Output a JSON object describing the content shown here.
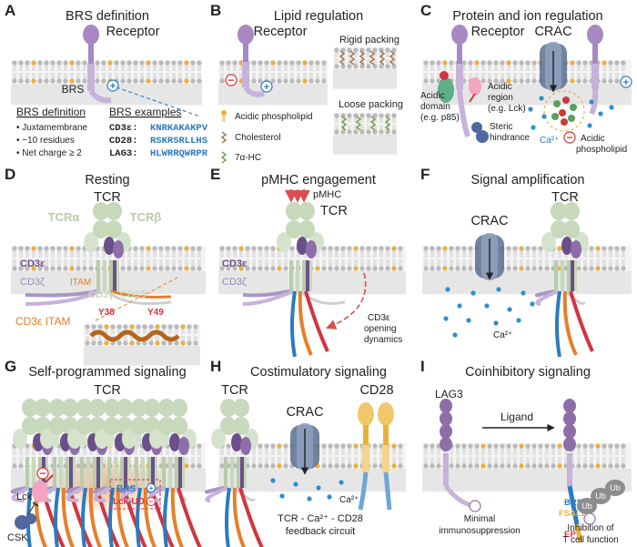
{
  "panels": [
    {
      "letter": "A",
      "title": "BRS definition"
    },
    {
      "letter": "B",
      "title": "Lipid regulation"
    },
    {
      "letter": "C",
      "title": "Protein and ion regulation"
    },
    {
      "letter": "D",
      "title": "Resting"
    },
    {
      "letter": "E",
      "title": "pMHC engagement"
    },
    {
      "letter": "F",
      "title": "Signal amplification"
    },
    {
      "letter": "G",
      "title": "Self-programmed signaling"
    },
    {
      "letter": "H",
      "title": "Costimulatory signaling"
    },
    {
      "letter": "I",
      "title": "Coinhibitory signaling"
    }
  ],
  "a": {
    "receptor": "Receptor",
    "brs": "BRS",
    "def_heading": "BRS definition",
    "def_items": [
      "• Juxtamembrane",
      "• ~10 residues",
      "• Net charge ≥ 2"
    ],
    "ex_heading": "BRS examples",
    "examples": [
      {
        "name": "CD3ε:",
        "seq": "KNRKAKAKPV"
      },
      {
        "name": "CD28:",
        "seq": "RSKRSRLLHS"
      },
      {
        "name": "LAG3:",
        "seq": "HLWRRQWRPR"
      }
    ]
  },
  "b": {
    "receptor": "Receptor",
    "rigid": "Rigid packing",
    "loose": "Loose packing",
    "legend": [
      "Acidic phospholipid",
      "Cholesterol",
      "7α-HC"
    ]
  },
  "c": {
    "receptor": "Receptor",
    "crac": "CRAC",
    "acidic_domain": [
      "Acidic",
      "domain",
      "(e.g. p85)"
    ],
    "acidic_region": [
      "Acidic",
      "region",
      "(e.g. Lck)"
    ],
    "steric": [
      "Steric",
      "hindrance"
    ],
    "ca": "Ca²⁺",
    "acidic_pl": [
      "Acidic",
      "phospholipid"
    ]
  },
  "d": {
    "tcr": "TCR",
    "tcra": "TCRα",
    "tcrb": "TCRβ",
    "cd3e": "CD3ε",
    "cd3z": "CD3ζ",
    "itam": "ITAM",
    "cd3g": "CD3γ",
    "cd3d": "CD3δ",
    "itam_title": "CD3ε ITAM",
    "y38": "Y38",
    "y49": "Y49"
  },
  "e": {
    "pmhc": "pMHC",
    "tcr": "TCR",
    "cd3e": "CD3ε",
    "cd3z": "CD3ζ",
    "dyn": [
      "CD3ε",
      "opening",
      "dynamics"
    ]
  },
  "f": {
    "crac": "CRAC",
    "tcr": "TCR",
    "ca": "Ca²⁺"
  },
  "g": {
    "tcr": "TCR",
    "lck": "Lck",
    "csk": "CSK",
    "brs": "BRS",
    "lckud": "Lck-UD"
  },
  "h": {
    "tcr": "TCR",
    "crac": "CRAC",
    "cd28": "CD28",
    "ca": "Ca²⁺",
    "loop": [
      "TCR - Ca²⁺ - CD28",
      "feedback circuit"
    ]
  },
  "i": {
    "lag3": "LAG3",
    "ligand": "Ligand",
    "brs": "BRS",
    "fsale": "FSALE",
    "ep": "EP",
    "ub": "Ub",
    "min": [
      "Minimal",
      "immunosuppression"
    ],
    "inh": [
      "Inhibition of",
      "T cell function"
    ]
  },
  "colors": {
    "membrane_bg": "#e6e6e6",
    "lipid_head": "#b9b9b9",
    "acidic_head": "#e9b13b",
    "basic": "#2c7bbf",
    "acidic": "#d3343f",
    "receptor": "#8d6ea8",
    "tcr_green": "#c8d8bb",
    "itam_orange": "#e67f2b"
  }
}
